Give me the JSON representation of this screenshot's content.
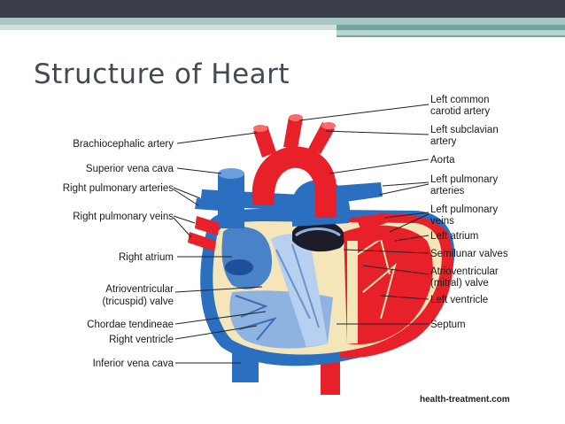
{
  "slide": {
    "title": "Structure of Heart",
    "source": "health-treatment.com"
  },
  "labels_left": [
    "Brachiocephalic artery",
    "Superior vena cava",
    "Right pulmonary arteries",
    "Right pulmonary veins",
    "Right atrium",
    "Atrioventricular",
    "(tricuspid) valve",
    "Chordae tendineae",
    "Right ventricle",
    "Inferior vena cava"
  ],
  "labels_right": [
    "Left common",
    "carotid artery",
    "Left subclavian",
    "artery",
    "Aorta",
    "Left pulmonary",
    "arteries",
    "Left pulmonary",
    "veins",
    "Left atrium",
    "Semilunar valves",
    "Atrioventricular",
    "(mitral) valve",
    "Left ventricle",
    "Septum"
  ],
  "colors": {
    "artery_red": "#e8202a",
    "vein_blue": "#2a6fc0",
    "wall_cream": "#f4e6b8",
    "title_gray": "#444a52"
  }
}
